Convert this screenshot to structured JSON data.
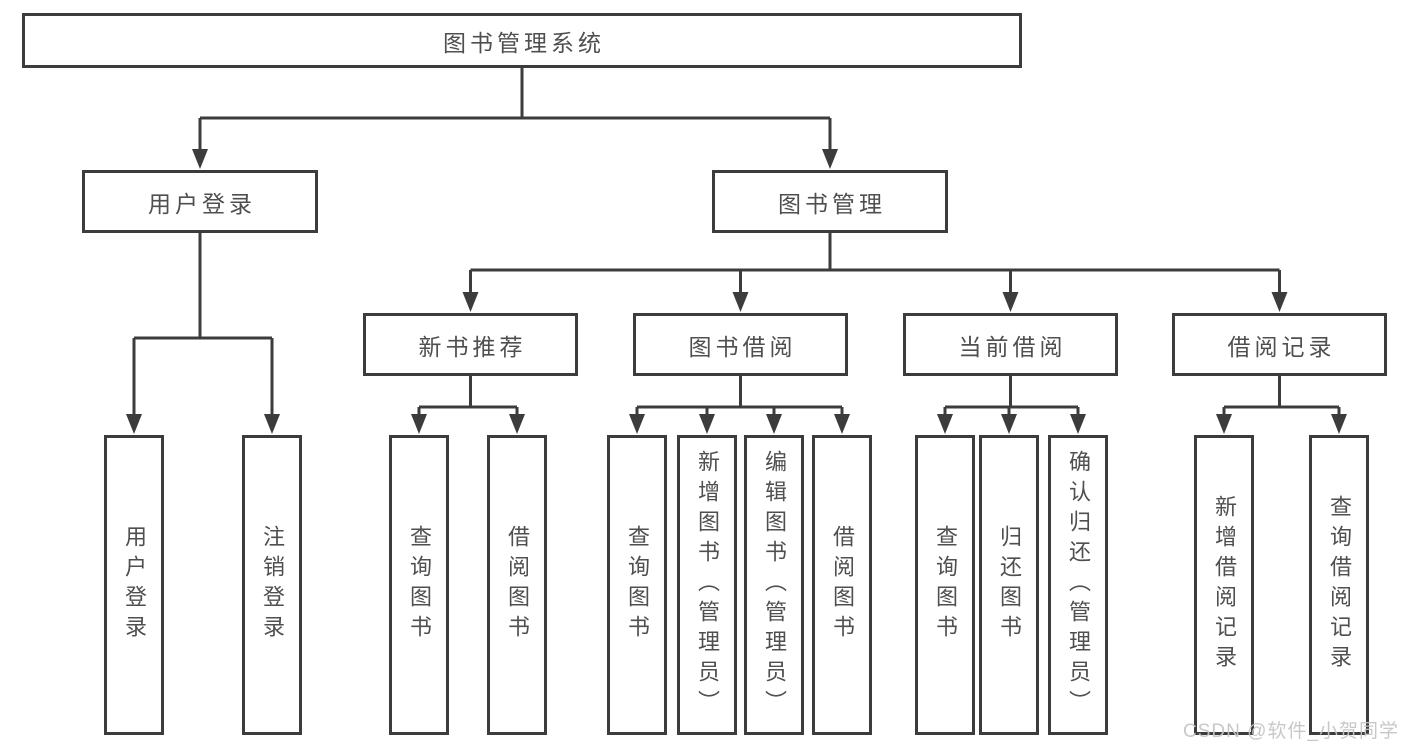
{
  "tree": {
    "root": {
      "label": "图书管理系统",
      "children": [
        {
          "label": "用户登录",
          "children": [
            {
              "label": "用户登录"
            },
            {
              "label": "注销登录"
            }
          ]
        },
        {
          "label": "图书管理",
          "children": [
            {
              "label": "新书推荐",
              "children": [
                {
                  "label": "查询图书"
                },
                {
                  "label": "借阅图书"
                }
              ]
            },
            {
              "label": "图书借阅",
              "children": [
                {
                  "label": "查询图书"
                },
                {
                  "label": "新增图书（管理员）"
                },
                {
                  "label": "编辑图书（管理员）"
                },
                {
                  "label": "借阅图书"
                }
              ]
            },
            {
              "label": "当前借阅",
              "children": [
                {
                  "label": "查询图书"
                },
                {
                  "label": "归还图书"
                },
                {
                  "label": "确认归还（管理员）"
                }
              ]
            },
            {
              "label": "借阅记录",
              "children": [
                {
                  "label": "新增借阅记录"
                },
                {
                  "label": "查询借阅记录"
                }
              ]
            }
          ]
        }
      ]
    }
  },
  "colors": {
    "line": "#3c3c3c",
    "text": "#4f4f4f",
    "watermark": "#c6c6c6"
  },
  "watermark": {
    "text": "CSDN @软件_小贺同学"
  }
}
